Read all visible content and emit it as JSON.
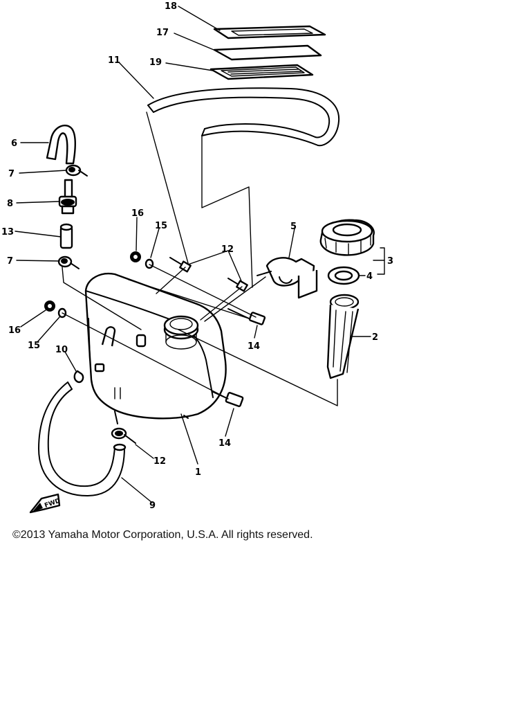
{
  "callouts": {
    "c1": "1",
    "c2": "2",
    "c3": "3",
    "c4": "4",
    "c5": "5",
    "c6": "6",
    "c7a": "7",
    "c7b": "7",
    "c8": "8",
    "c9": "9",
    "c10": "10",
    "c11": "11",
    "c12a": "12",
    "c12b": "12",
    "c13": "13",
    "c14a": "14",
    "c14b": "14",
    "c15a": "15",
    "c15b": "15",
    "c16a": "16",
    "c16b": "16",
    "c17": "17",
    "c18": "18",
    "c19": "19"
  },
  "fwd_arrow_label": "FWD",
  "copyright": "©2013 Yamaha Motor Corporation, U.S.A. All rights reserved."
}
